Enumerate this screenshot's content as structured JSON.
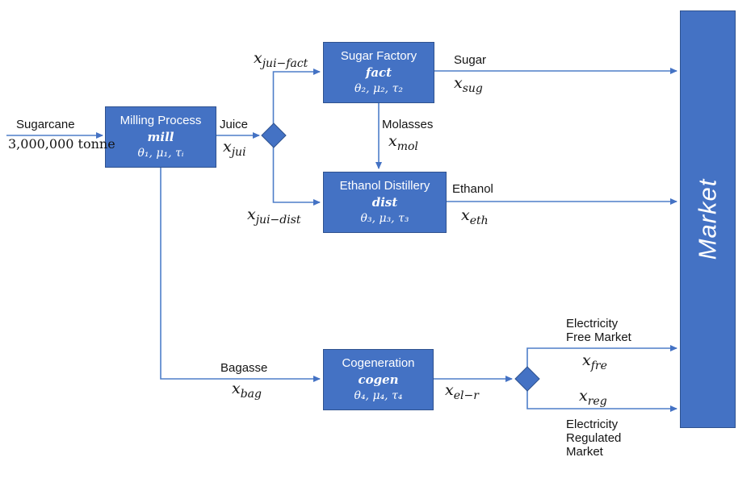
{
  "nodes": {
    "milling": {
      "title": "Milling Process",
      "tag": "mill",
      "params": "θ₁, μ₁, τᵢ"
    },
    "factory": {
      "title": "Sugar Factory",
      "tag": "fact",
      "params": "θ₂, μ₂, τ₂"
    },
    "distillery": {
      "title": "Ethanol Distillery",
      "tag": "dist",
      "params": "θ₃, μ₃, τ₃"
    },
    "cogen": {
      "title": "Cogeneration",
      "tag": "cogen",
      "params": "θ₄, μ₄, τ₄"
    },
    "market": {
      "title": "Market"
    }
  },
  "flows": {
    "sugarcane": {
      "label": "Sugarcane",
      "quantity": "3,000,000 tonne"
    },
    "juice": {
      "label": "Juice",
      "base": "x",
      "sub": "jui"
    },
    "juice_to_factory": {
      "base": "x",
      "sub": "jui−fact"
    },
    "juice_to_distillery": {
      "base": "x",
      "sub": "jui−dist"
    },
    "sugar": {
      "label": "Sugar",
      "base": "x",
      "sub": "sug"
    },
    "molasses": {
      "label": "Molasses",
      "base": "x",
      "sub": "mol"
    },
    "ethanol": {
      "label": "Ethanol",
      "base": "x",
      "sub": "eth"
    },
    "bagasse": {
      "label": "Bagasse",
      "base": "x",
      "sub": "bag"
    },
    "electricity_out": {
      "base": "x",
      "sub": "el−r"
    },
    "electricity_free": {
      "label_line1": "Electricity",
      "label_line2": "Free Market",
      "base": "x",
      "sub": "fre"
    },
    "electricity_regulated": {
      "label_line1": "Electricity",
      "label_line2": "Regulated",
      "label_line3": "Market",
      "base": "x",
      "sub": "reg"
    }
  },
  "colors": {
    "node_fill": "#4472C4",
    "node_border": "#2F528F",
    "connector": "#4472C4",
    "text_on_node": "#FFFFFF",
    "label_text": "#141414",
    "background": "#FFFFFF"
  }
}
